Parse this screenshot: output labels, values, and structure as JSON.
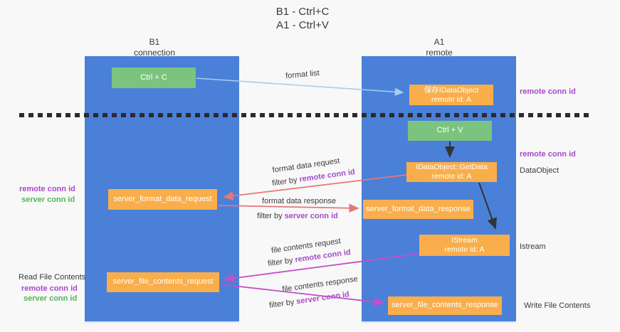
{
  "colors": {
    "lane_blue": "#4a80d8",
    "node_orange": "#f9ae4b",
    "node_green": "#7cc47e",
    "arrow_lightblue": "#a5cdf0",
    "arrow_red": "#e87676",
    "arrow_magenta": "#c74ec7",
    "label_purple": "#a64bc8",
    "label_green": "#56b456",
    "text_dark": "#3a3a3a"
  },
  "title": {
    "line1": "B1 - Ctrl+C",
    "line2": "A1 - Ctrl+V"
  },
  "lanes": {
    "left": {
      "line1": "B1",
      "line2": "connection"
    },
    "right": {
      "line1": "A1",
      "line2": "remote"
    }
  },
  "nodes": {
    "ctrl_c": {
      "label": "Ctrl + C"
    },
    "ctrl_v": {
      "label": "Ctrl + V"
    },
    "saved_idataobject": {
      "line1": "保存IDataObject",
      "line2": "remote id: A"
    },
    "getdata": {
      "line1": "IDataObject::GetData",
      "line2": "remote id: A"
    },
    "istream": {
      "line1": "IStream",
      "line2": "remote id: A"
    },
    "format_request": {
      "label": "server_format_data_request"
    },
    "format_response": {
      "label": "server_format_data_response"
    },
    "file_request": {
      "label": "server_file_contents_request"
    },
    "file_response": {
      "label": "server_file_contents_response"
    }
  },
  "side_labels": {
    "right_top_conn": "remote conn id",
    "right_mid_conn": "remote conn id",
    "dataobject": "DataObject",
    "istream": "Istream",
    "write_file": "Write File Contents",
    "left_remote_conn": "remote conn id",
    "left_server_conn": "server conn id",
    "read_file": "Read File Contents",
    "left_remote_conn2": "remote conn id",
    "left_server_conn2": "server conn id"
  },
  "edge_labels": {
    "format_list": "format list",
    "format_request": "format data request",
    "format_request_filter_prefix": "filter by ",
    "format_request_filter_value": "remote conn id",
    "format_response": "format data response",
    "format_response_filter_prefix": "filter by ",
    "format_response_filter_value": "server conn id",
    "file_request": "file contents request",
    "file_request_filter_prefix": "filter by ",
    "file_request_filter_value": "remote conn id",
    "file_response": "file contents response",
    "file_response_filter_prefix": "filter by ",
    "file_response_filter_value": "server conn id"
  }
}
